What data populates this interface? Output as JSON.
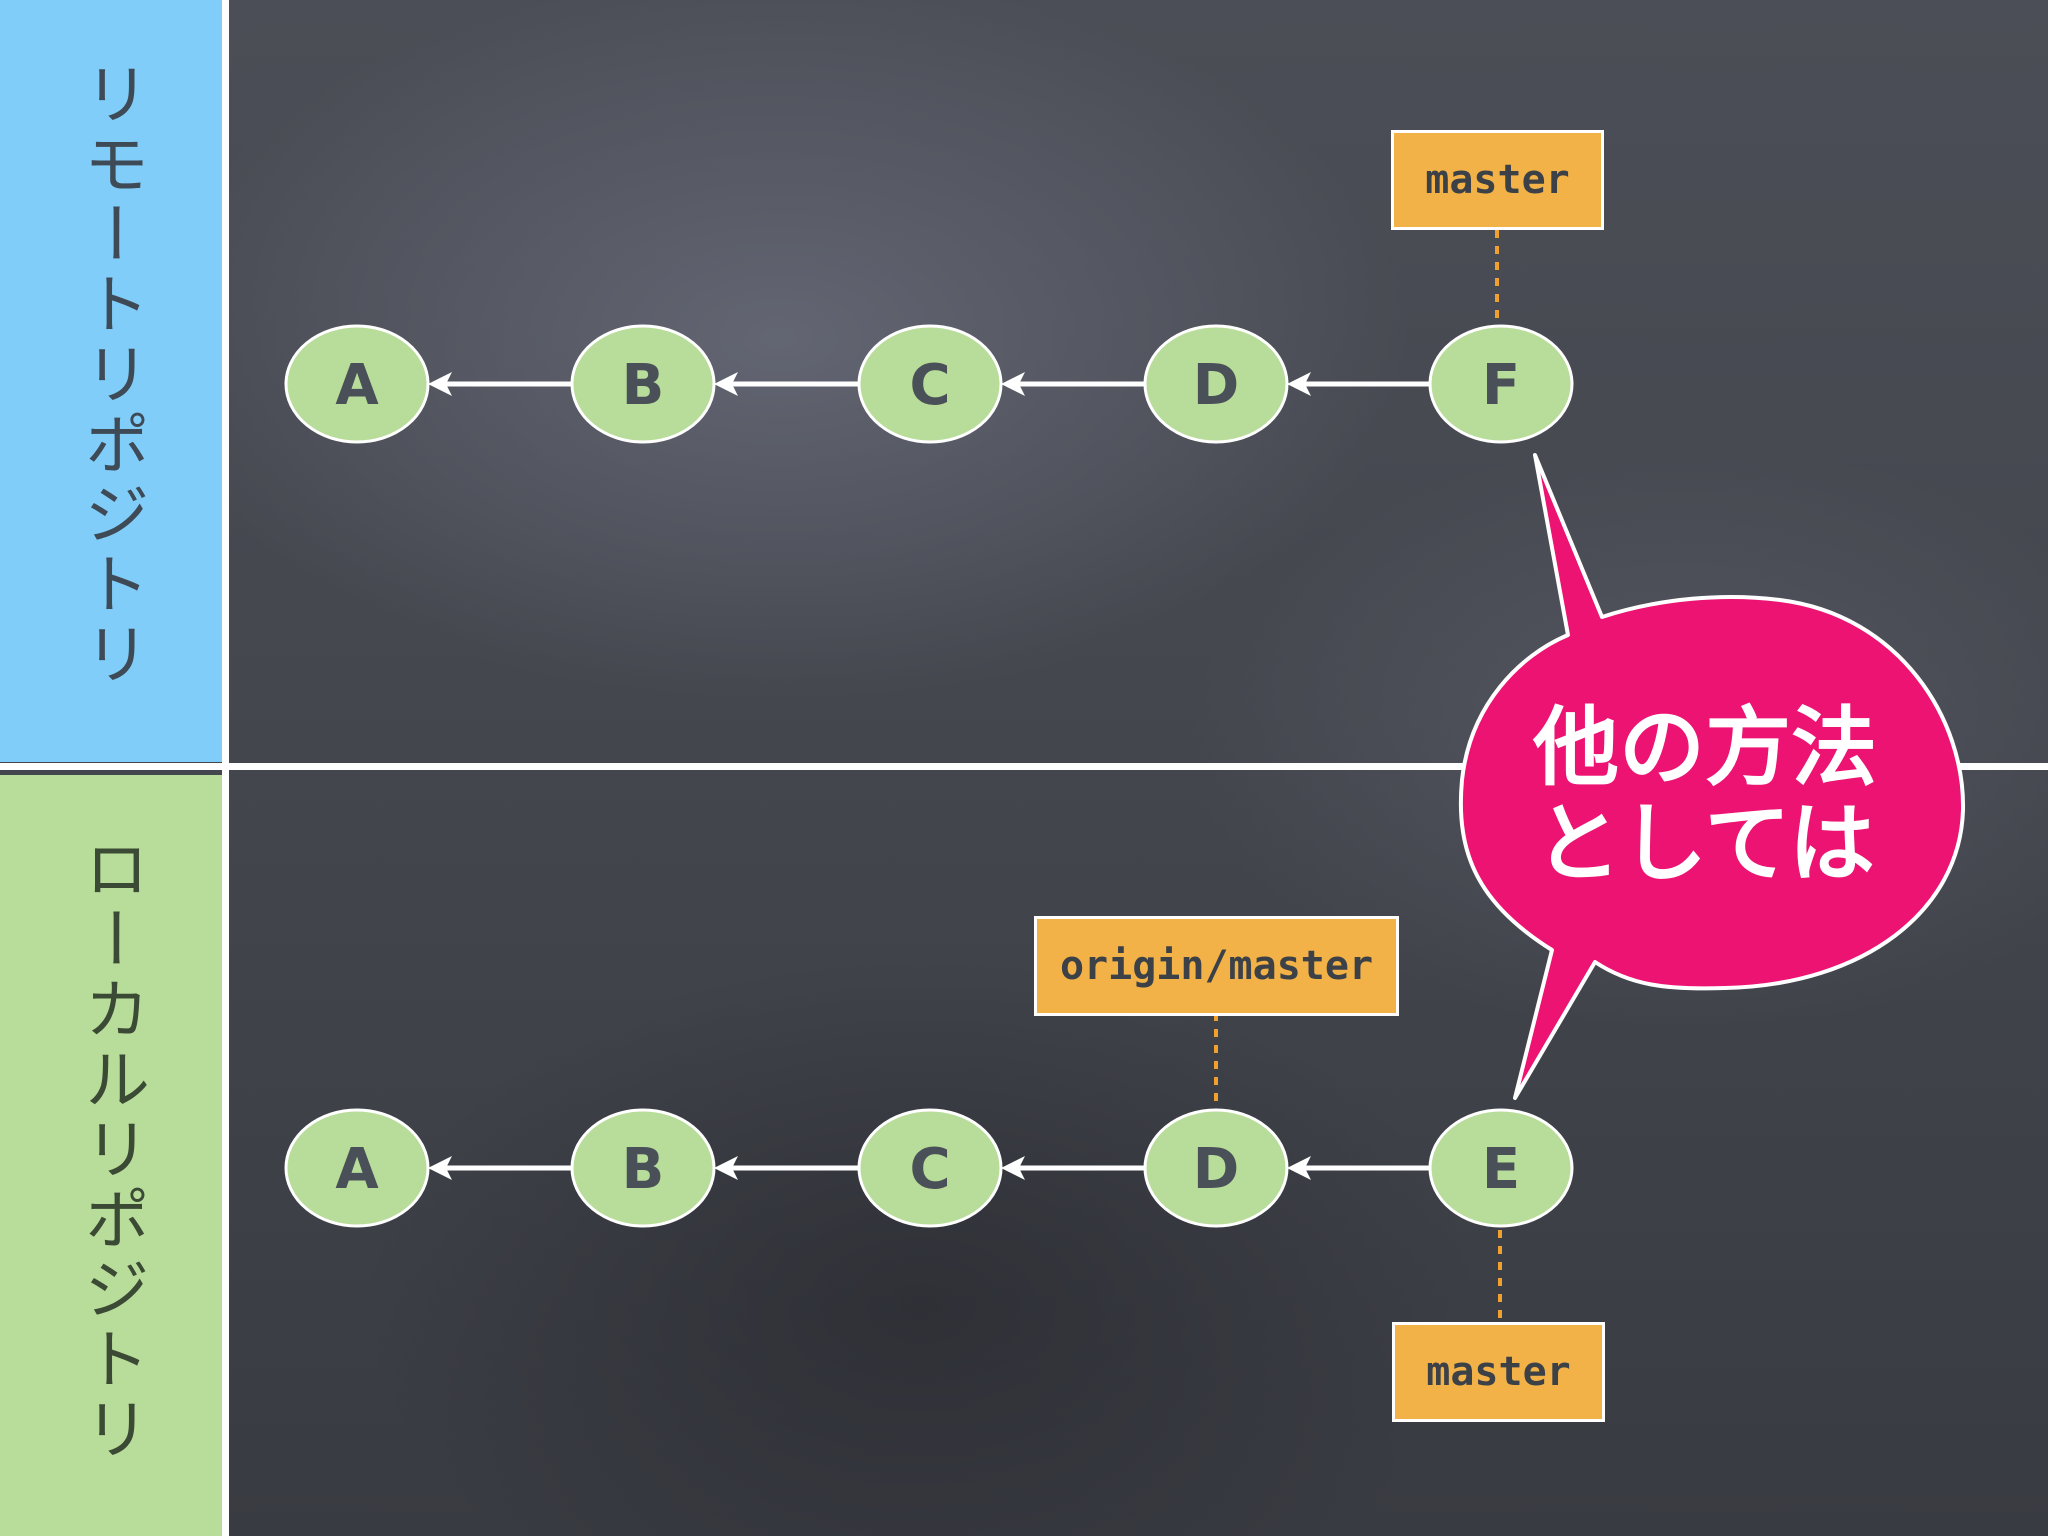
{
  "sections": {
    "remote": {
      "label": "リモートリポジトリ",
      "color": "#80cdfa"
    },
    "local": {
      "label": "ローカルリポジトリ",
      "color": "#b8dc9a"
    }
  },
  "remote_repo": {
    "commits": [
      "A",
      "B",
      "C",
      "D",
      "F"
    ],
    "branch_label": "master"
  },
  "local_repo": {
    "commits": [
      "A",
      "B",
      "C",
      "D",
      "E"
    ],
    "tracking_label": "origin/master",
    "branch_label": "master"
  },
  "callout": {
    "line1": "他の方法",
    "line2": "としては",
    "color": "#ec1372"
  },
  "colors": {
    "node_fill": "#b8dc9a",
    "tag_fill": "#f2b247",
    "connector": "#f0a030"
  }
}
